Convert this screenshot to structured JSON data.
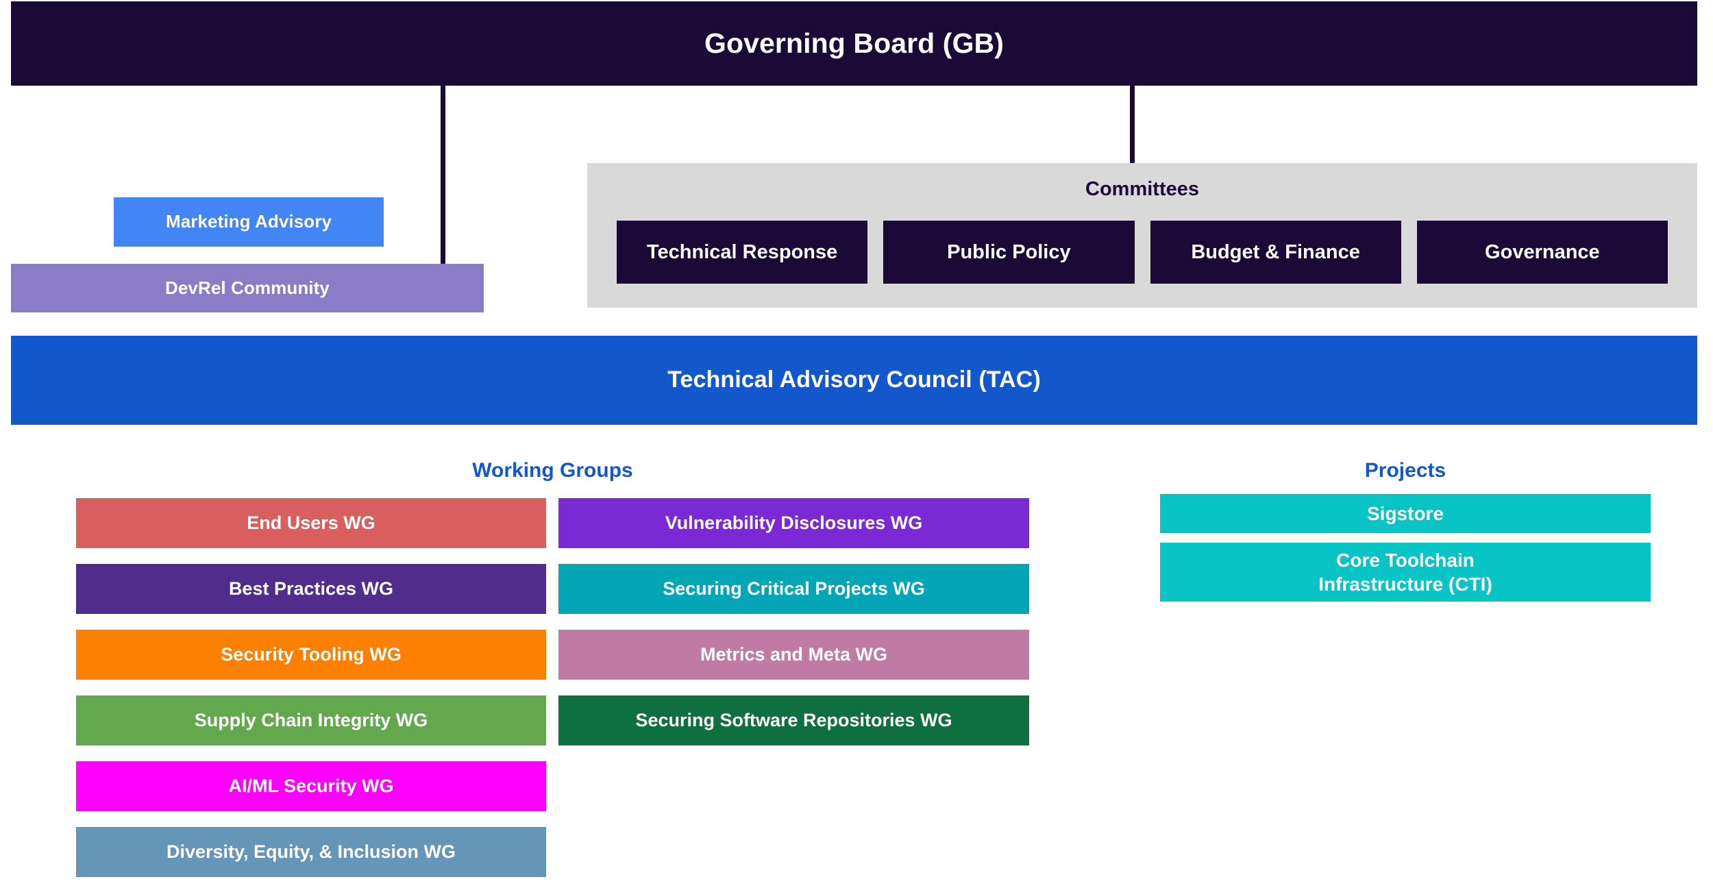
{
  "chart_data": {
    "type": "diagram",
    "title": "Governing Board (GB)",
    "subtype": "organizational-hierarchy"
  },
  "governing_board": {
    "label": "Governing Board (GB)",
    "color": "#1b0a38"
  },
  "advisory": {
    "marketing": {
      "label": "Marketing Advisory",
      "color": "#4285f4"
    },
    "devrel": {
      "label": "DevRel Community",
      "color": "#8b7cc8"
    }
  },
  "committees": {
    "title": "Committees",
    "panel_color": "#d9d9d9",
    "items": [
      {
        "label": "Technical Response",
        "color": "#1b0a38"
      },
      {
        "label": "Public Policy",
        "color": "#1b0a38"
      },
      {
        "label": "Budget & Finance",
        "color": "#1b0a38"
      },
      {
        "label": "Governance",
        "color": "#1b0a38"
      }
    ]
  },
  "tac": {
    "label": "Technical Advisory Council (TAC)",
    "color": "#1257cc"
  },
  "working_groups": {
    "heading": "Working Groups",
    "heading_color": "#1257cc",
    "column_1": [
      {
        "label": "End Users WG",
        "color": "#d95f5f"
      },
      {
        "label": "Best Practices WG",
        "color": "#502c8c"
      },
      {
        "label": "Security Tooling WG",
        "color": "#ff8000"
      },
      {
        "label": "Supply Chain Integrity WG",
        "color": "#63a84e"
      },
      {
        "label": "AI/ML Security WG",
        "color": "#ff00ff"
      },
      {
        "label": "Diversity, Equity, & Inclusion WG",
        "color": "#6596b8"
      }
    ],
    "column_2": [
      {
        "label": "Vulnerability Disclosures WG",
        "color": "#7b29d4"
      },
      {
        "label": "Securing Critical Projects WG",
        "color": "#04a5b5"
      },
      {
        "label": "Metrics and Meta WG",
        "color": "#c07ba4"
      },
      {
        "label": "Securing Software Repositories WG",
        "color": "#0e7040"
      }
    ]
  },
  "projects": {
    "heading": "Projects",
    "heading_color": "#1257cc",
    "items": [
      {
        "label": "Sigstore",
        "color": "#09c4c4",
        "lines": 1
      },
      {
        "label": "Core Toolchain\nInfrastructure (CTI)",
        "color": "#09c4c4",
        "lines": 2
      }
    ]
  }
}
